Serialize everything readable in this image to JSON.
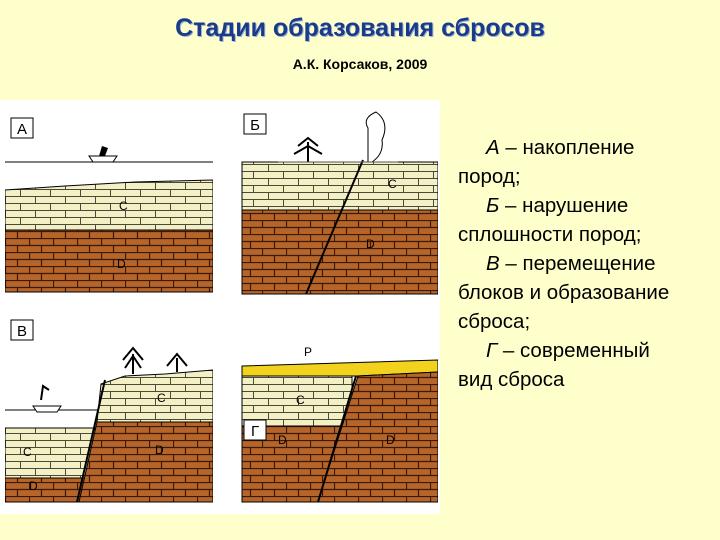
{
  "title": "Стадии образования сбросов",
  "subtitle": "А.К. Корсаков, 2009",
  "panels": [
    {
      "label": "А",
      "layers": [
        "C",
        "D"
      ]
    },
    {
      "label": "Б",
      "layers": [
        "C",
        "D"
      ]
    },
    {
      "label": "В",
      "layers": [
        "C",
        "C",
        "D",
        "D"
      ]
    },
    {
      "label": "Г",
      "layers": [
        "P",
        "C",
        "D",
        "D"
      ]
    }
  ],
  "legend": [
    {
      "key": "А",
      "sep": " – ",
      "line1": "накопление",
      "rest": "пород;"
    },
    {
      "key": "Б",
      "sep": " – ",
      "line1": "нарушение",
      "rest": "сплошности пород;"
    },
    {
      "key": "В",
      "sep": " – ",
      "line1": "перемещение",
      "rest": "блоков и образование сброса;"
    },
    {
      "key": "Г",
      "sep": " – ",
      "line1": "современный",
      "rest": "вид сброса"
    }
  ],
  "colors": {
    "title": "#1a3a8a",
    "limestone": "#f4f0c6",
    "brick": "#b5642a",
    "top_layer": "#f2d21c",
    "background": "#ffffcc"
  },
  "icons": [
    "boat-icon",
    "tree-icon"
  ]
}
